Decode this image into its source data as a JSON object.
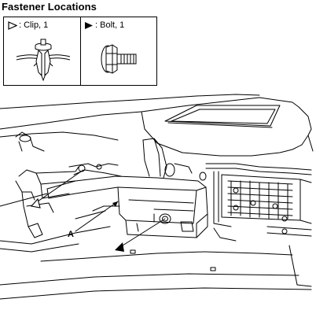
{
  "title": "Fastener Locations",
  "legend": {
    "clip": {
      "icon": "hollow-triangle-icon",
      "label": ": Clip, 1"
    },
    "bolt": {
      "icon": "filled-triangle-icon",
      "label": ": Bolt, 1"
    }
  },
  "diagram": {
    "callout": "A"
  }
}
